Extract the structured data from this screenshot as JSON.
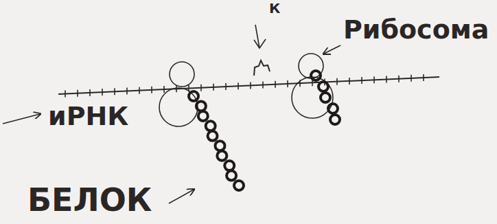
{
  "diagram": {
    "labels": [
      "К",
      "Рибосома",
      "иРНК",
      "БЕЛОК"
    ]
  }
}
